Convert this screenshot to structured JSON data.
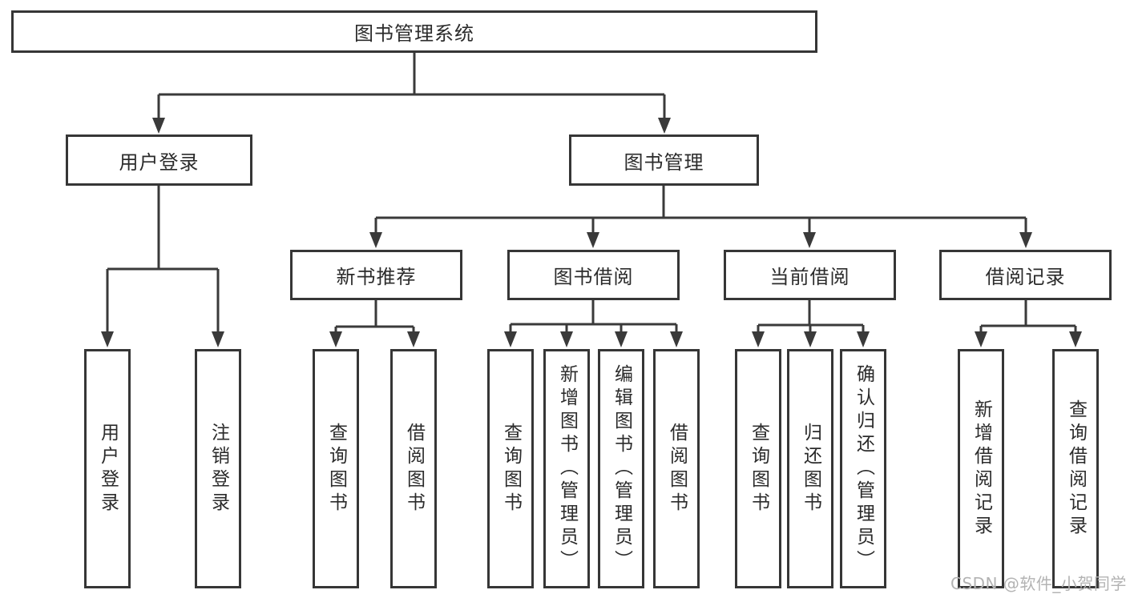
{
  "nodes": {
    "root": {
      "label": "图书管理系统"
    },
    "level2": [
      {
        "id": "user-login",
        "label": "用户登录"
      },
      {
        "id": "book-management",
        "label": "图书管理"
      }
    ],
    "level3": [
      {
        "id": "new-book-recommend",
        "label": "新书推荐"
      },
      {
        "id": "book-borrowing",
        "label": "图书借阅"
      },
      {
        "id": "current-borrowing",
        "label": "当前借阅"
      },
      {
        "id": "borrowing-records",
        "label": "借阅记录"
      }
    ],
    "leaves": [
      {
        "parent": "user-login",
        "label": "用户登录"
      },
      {
        "parent": "user-login",
        "label": "注销登录"
      },
      {
        "parent": "new-book-recommend",
        "label": "查询图书"
      },
      {
        "parent": "new-book-recommend",
        "label": "借阅图书"
      },
      {
        "parent": "book-borrowing",
        "label": "查询图书"
      },
      {
        "parent": "book-borrowing",
        "label": "新增图书（管理员）"
      },
      {
        "parent": "book-borrowing",
        "label": "编辑图书（管理员）"
      },
      {
        "parent": "book-borrowing",
        "label": "借阅图书"
      },
      {
        "parent": "current-borrowing",
        "label": "查询图书"
      },
      {
        "parent": "current-borrowing",
        "label": "归还图书"
      },
      {
        "parent": "current-borrowing",
        "label": "确认归还（管理员）"
      },
      {
        "parent": "borrowing-records",
        "label": "新增借阅记录"
      },
      {
        "parent": "borrowing-records",
        "label": "查询借阅记录"
      }
    ]
  },
  "watermark": "CSDN @软件_小贺同学",
  "colors": {
    "line": "#3a3a3a",
    "box_border": "#363636",
    "box_fill": "#ffffff",
    "text": "#2b2b2b",
    "watermark": "#b3b3b3",
    "background": "#ffffff"
  }
}
